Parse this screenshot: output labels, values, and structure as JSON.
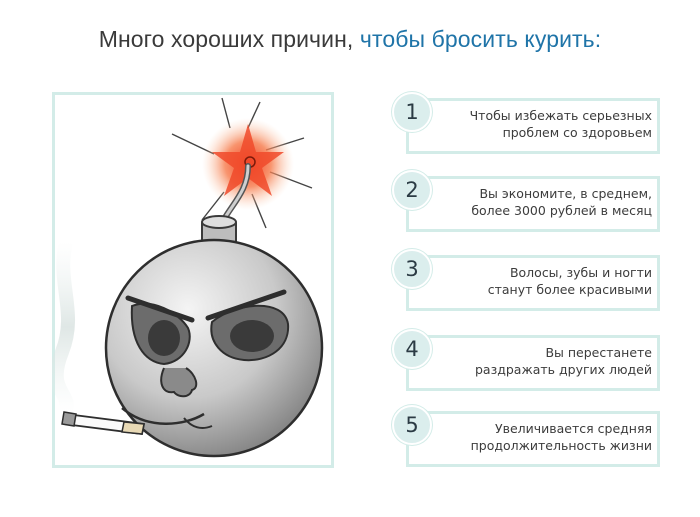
{
  "title": {
    "main": "Много хороших причин,",
    "accent": "чтобы бросить курить:"
  },
  "illustration": {
    "icon": "angry-bomb-smoking-cigarette-icon"
  },
  "reasons": [
    {
      "number": "1",
      "line1": "Чтобы избежать серьезных",
      "line2": "проблем со здоровьем"
    },
    {
      "number": "2",
      "line1": "Вы экономите, в среднем,",
      "line2": "более 3000 рублей в месяц"
    },
    {
      "number": "3",
      "line1": "Волосы, зубы и ногти",
      "line2": "станут более красивыми"
    },
    {
      "number": "4",
      "line1": "Вы перестанете",
      "line2": "раздражать других людей"
    },
    {
      "number": "5",
      "line1": "Увеличивается средняя",
      "line2": "продолжительность жизни"
    }
  ],
  "colors": {
    "accent": "#1f74a8",
    "frame": "#d3ece8",
    "badge": "#dbeeed",
    "spark": "#f04a2a"
  }
}
